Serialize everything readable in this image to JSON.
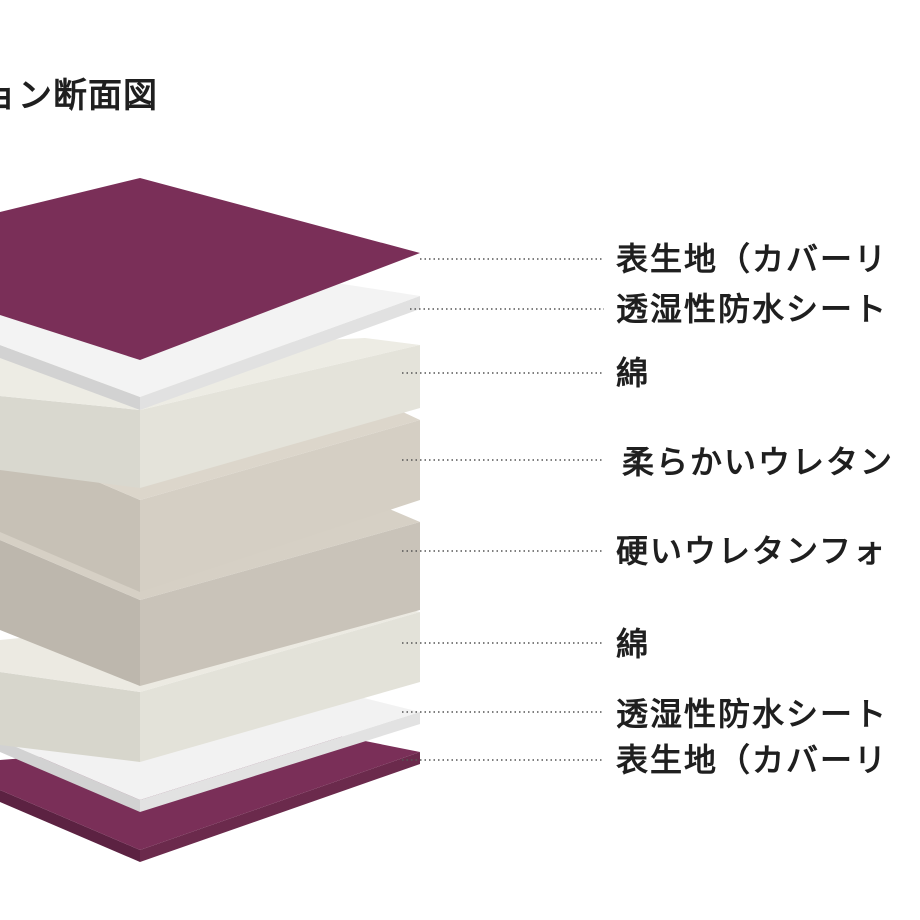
{
  "title": "ョン断面図",
  "layers": [
    {
      "label": "表生地（カバーリ",
      "color": "#7a2f58"
    },
    {
      "label": "透湿性防水シート",
      "color": "#f2f1f0"
    },
    {
      "label": "綿",
      "color": "#e9e8df"
    },
    {
      "label": "柔らかいウレタン",
      "color": "#d4cec4"
    },
    {
      "label": "硬いウレタンフォ",
      "color": "#ccc7be"
    },
    {
      "label": "綿",
      "color": "#e9e8df"
    },
    {
      "label": "透湿性防水シート",
      "color": "#f2f1f0"
    },
    {
      "label": "表生地（カバーリ",
      "color": "#7a2f58"
    }
  ],
  "colors": {
    "leader_line": "#555555",
    "text": "#1f1f1f"
  }
}
